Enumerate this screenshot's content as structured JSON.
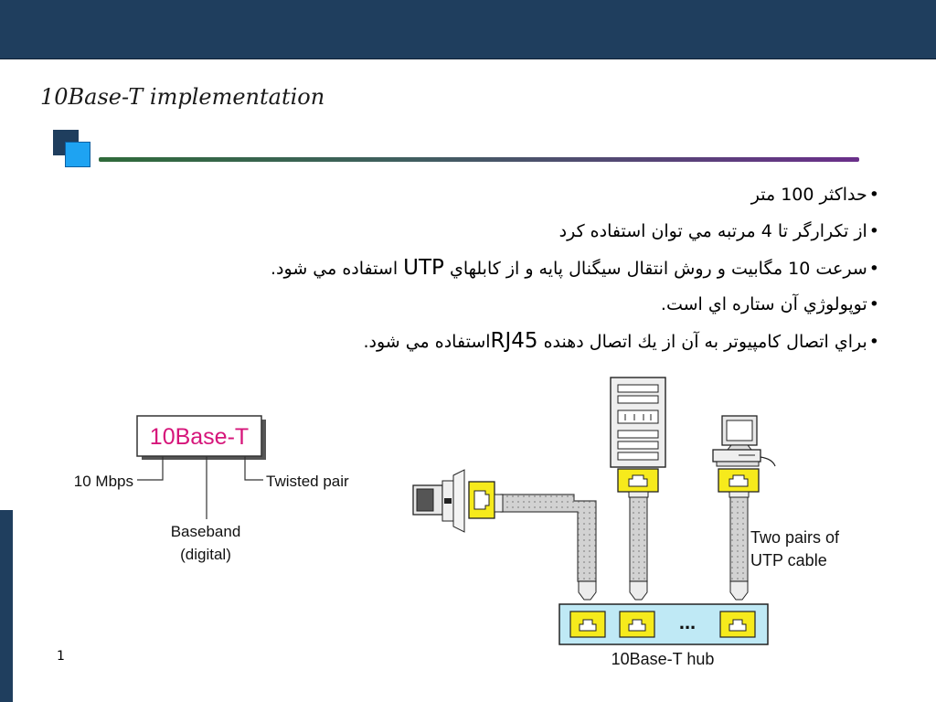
{
  "slide": {
    "title": "10Base-T implementation",
    "page_number": "1"
  },
  "bullets": [
    {
      "text": "حداكثر 100 متر"
    },
    {
      "text": "از تكرارگر تا 4 مرتبه مي توان استفاده كرد"
    },
    {
      "text_before": "سرعت 10 مگابيت و روش انتقال سيگنال پايه و از كابلهاي",
      "latin": "UTP",
      "text_after": "استفاده مي شود."
    },
    {
      "text": "توپولوژي آن ستاره اي است."
    },
    {
      "text_before": "براي اتصال كامپيوتر به آن از يك اتصال دهنده",
      "latin": "RJ45",
      "text_after": "استفاده مي شود."
    }
  ],
  "diagram": {
    "standard_name": "10Base-T",
    "speed_label": "10 Mbps",
    "medium_label": "Twisted pair",
    "signal_label": "Baseband",
    "signal_note": "(digital)",
    "cable_label_line1": "Two pairs of",
    "cable_label_line2": "UTP cable",
    "hub_label": "10Base-T hub",
    "hub_ellipsis": "...",
    "colors": {
      "title_box_text": "#d6157a",
      "port_fill": "#f6ea1c",
      "hub_fill": "#bfe9f5",
      "cable_fill": "#cfcfcf"
    }
  }
}
